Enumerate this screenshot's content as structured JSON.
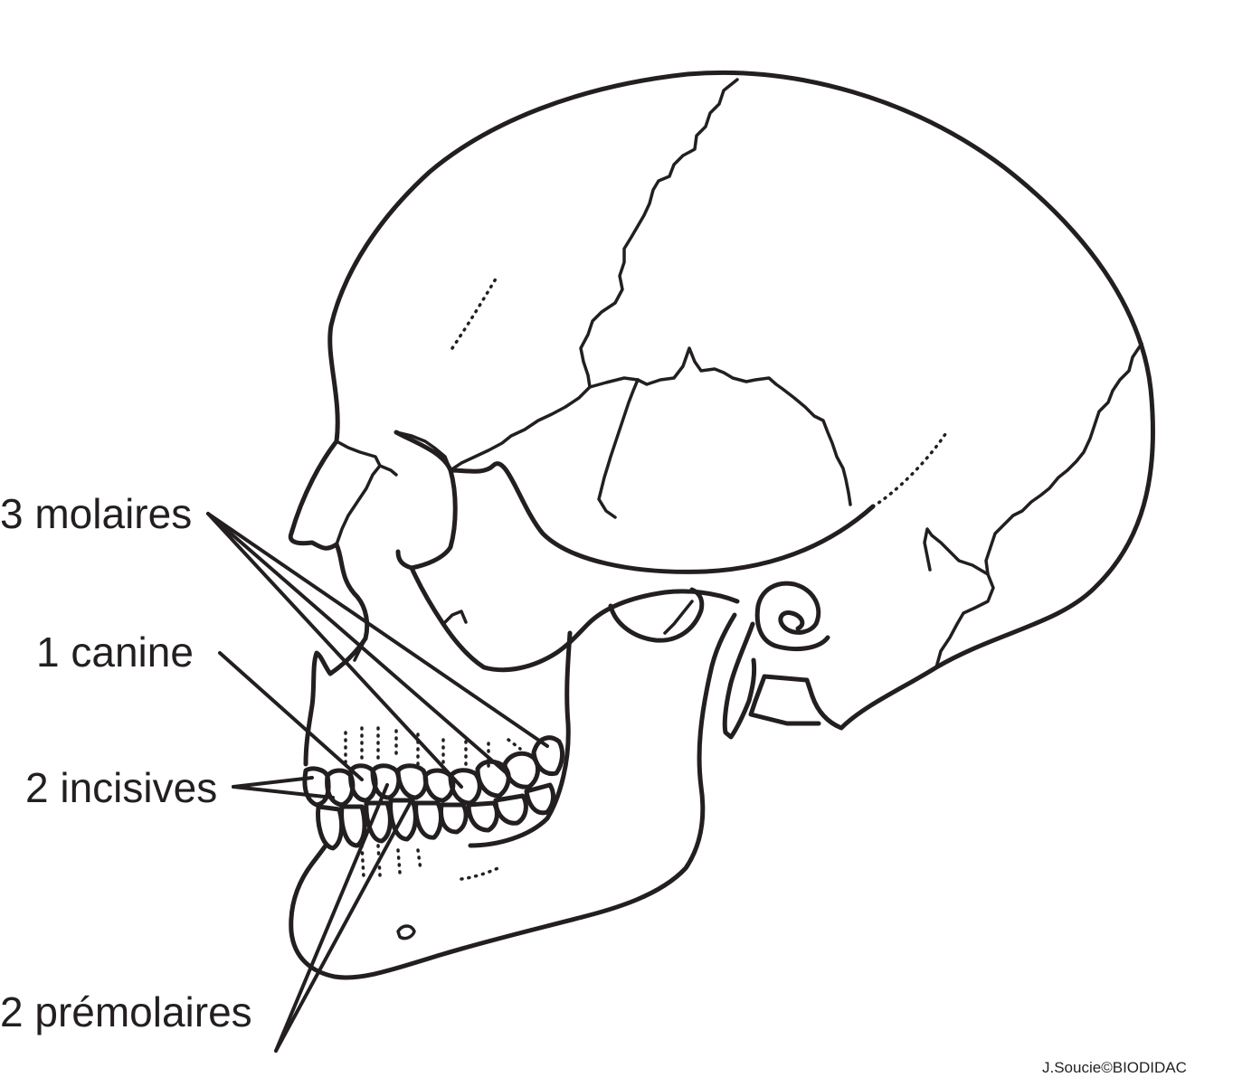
{
  "labels": {
    "molars": "3 molaires",
    "canine": "1 canine",
    "incisors": "2 incisives",
    "premolars": "2 prémolaires"
  },
  "credit": "J.Soucie©BIODIDAC",
  "colors": {
    "ink": "#231f20",
    "background": "#ffffff"
  }
}
